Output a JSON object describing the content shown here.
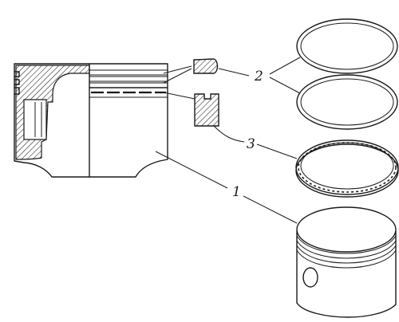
{
  "callouts": [
    {
      "id": "callout-2",
      "number": "2"
    },
    {
      "id": "callout-3",
      "number": "3"
    },
    {
      "id": "callout-1",
      "number": "1"
    }
  ],
  "colors": {
    "ink": "#1a1a1a",
    "paper": "#ffffff"
  }
}
